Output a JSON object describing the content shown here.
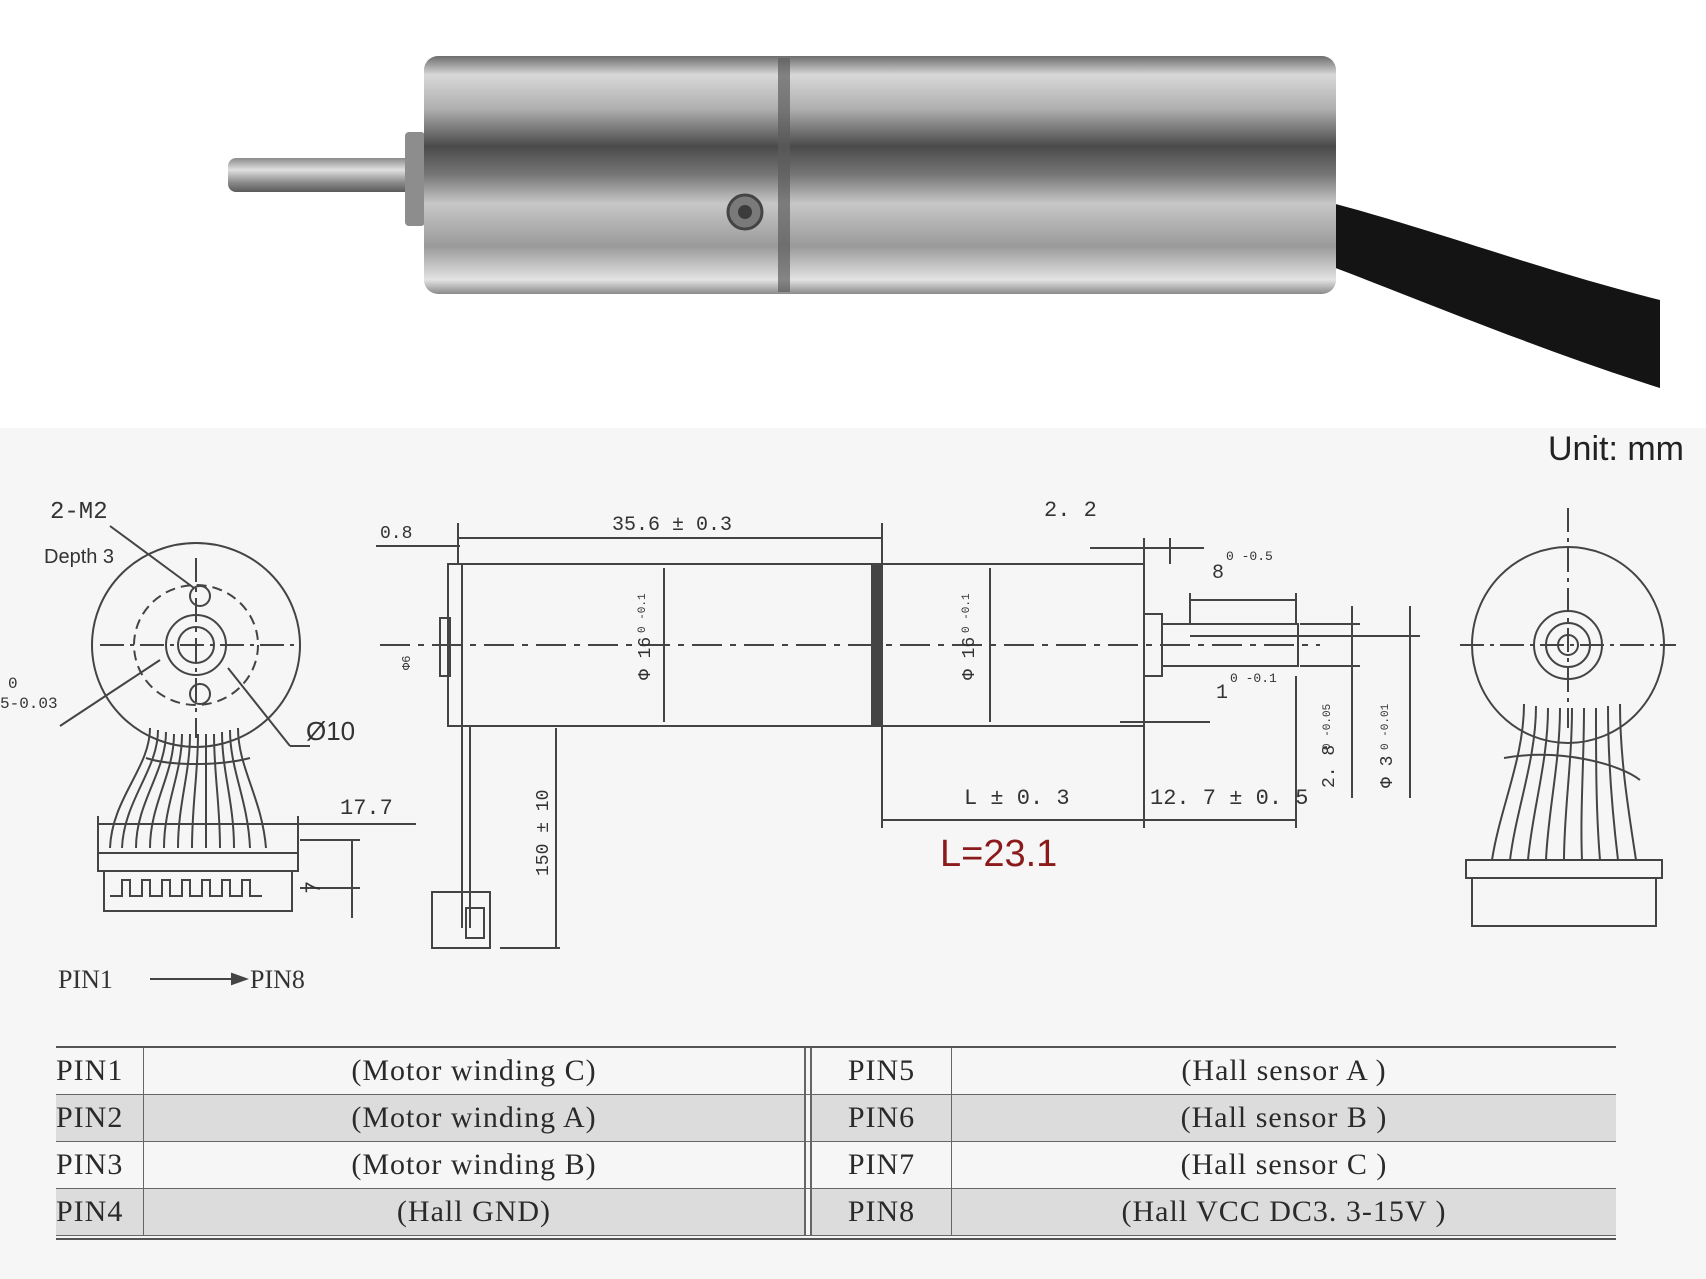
{
  "drawing": {
    "unit_label": "Unit: mm",
    "front_view": {
      "thread_label": "2-M2",
      "depth_label": "Depth 3",
      "shaft_tol_top": "0",
      "shaft_tol_bottom": "5-0.03",
      "diameter_label": "Ø10",
      "connector_width": "17.7",
      "connector_height": "7",
      "pin_start": "PIN1",
      "pin_end": "PIN8"
    },
    "side_view": {
      "overall_length": "35.6 ± 0.3",
      "flange_thickness": "0.8",
      "boss_diameter": "Φ6",
      "body_diameter_1": "Φ 16",
      "body_diameter_1_tol": "0 -0.1",
      "body_diameter_2": "Φ 16",
      "body_diameter_2_tol": "0 -0.1",
      "shaft_step": "2. 2",
      "shaft_length": "8",
      "shaft_length_tol": "0 -0.5",
      "shaft_flat": "1",
      "shaft_flat_tol": "0 -0.1",
      "shaft_flat_dim": "2. 8",
      "shaft_flat_dim_tol": "0 -0.05",
      "shaft_diameter": "Φ 3",
      "shaft_diameter_tol": "0 -0.01",
      "lead_length": "150 ± 10",
      "gearbox_length": "L ± 0. 3",
      "shaft_extension": "12. 7 ± 0. 5",
      "l_value": "L=23.1"
    }
  },
  "pin_table": {
    "rows": [
      {
        "pin_left": "PIN1",
        "desc_left": "(Motor winding C)",
        "pin_right": "PIN5",
        "desc_right": "(Hall sensor A )"
      },
      {
        "pin_left": "PIN2",
        "desc_left": "(Motor winding A)",
        "pin_right": "PIN6",
        "desc_right": "(Hall sensor B )"
      },
      {
        "pin_left": "PIN3",
        "desc_left": "(Motor winding B)",
        "pin_right": "PIN7",
        "desc_right": "(Hall sensor C )"
      },
      {
        "pin_left": "PIN4",
        "desc_left": "(Hall GND)",
        "pin_right": "PIN8",
        "desc_right": "(Hall VCC DC3. 3-15V )"
      }
    ]
  },
  "colors": {
    "l_value": "#8b1a1a",
    "line": "#444444",
    "row_shade": "#dcdcdc"
  }
}
